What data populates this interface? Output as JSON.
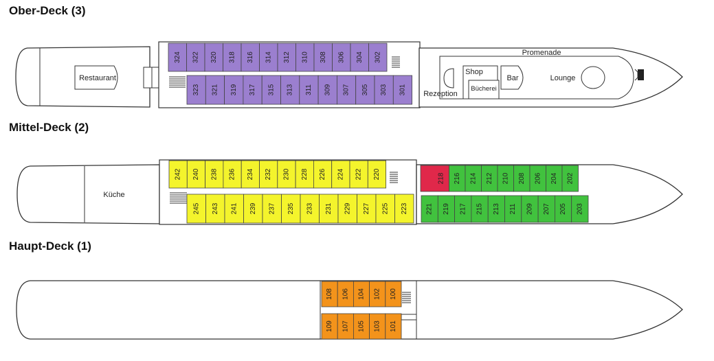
{
  "colors": {
    "hull_stroke": "#333333",
    "hull_fill": "#ffffff",
    "cabin_stroke": "#444444",
    "cabin_text": "#222222",
    "cabin_purple": "#9b7fcf",
    "cabin_yellow": "#f4f42c",
    "cabin_green": "#41c23e",
    "cabin_red": "#e0284a",
    "cabin_orange": "#f3931b"
  },
  "decks": [
    {
      "title": "Ober-Deck (3)",
      "rooms": {
        "restaurant": "Restaurant",
        "promenade": "Promenade",
        "shop": "Shop",
        "library": "Bücherei",
        "bar": "Bar",
        "lounge": "Lounge",
        "reception": "Rezeption"
      },
      "cabins_top": [
        "324",
        "322",
        "320",
        "318",
        "316",
        "314",
        "312",
        "310",
        "308",
        "306",
        "304",
        "302"
      ],
      "cabins_bottom": [
        "323",
        "321",
        "319",
        "317",
        "315",
        "313",
        "311",
        "309",
        "307",
        "305",
        "303",
        "301"
      ]
    },
    {
      "title": "Mittel-Deck (2)",
      "rooms": {
        "kitchen": "Küche"
      },
      "cabins_top": [
        "242",
        "240",
        "238",
        "236",
        "234",
        "232",
        "230",
        "228",
        "226",
        "224",
        "222",
        "220"
      ],
      "cabins_bottom": [
        "245",
        "243",
        "241",
        "239",
        "237",
        "235",
        "233",
        "231",
        "229",
        "227",
        "225",
        "223"
      ],
      "cabins_top_fwd": [
        "218",
        "216",
        "214",
        "212",
        "210",
        "208",
        "206",
        "204",
        "202"
      ],
      "cabins_bottom_fwd": [
        "221",
        "219",
        "217",
        "215",
        "213",
        "211",
        "209",
        "207",
        "205",
        "203"
      ]
    },
    {
      "title": "Haupt-Deck (1)",
      "cabins_top": [
        "108",
        "106",
        "104",
        "102",
        "100"
      ],
      "cabins_bottom": [
        "109",
        "107",
        "105",
        "103",
        "101"
      ]
    }
  ]
}
